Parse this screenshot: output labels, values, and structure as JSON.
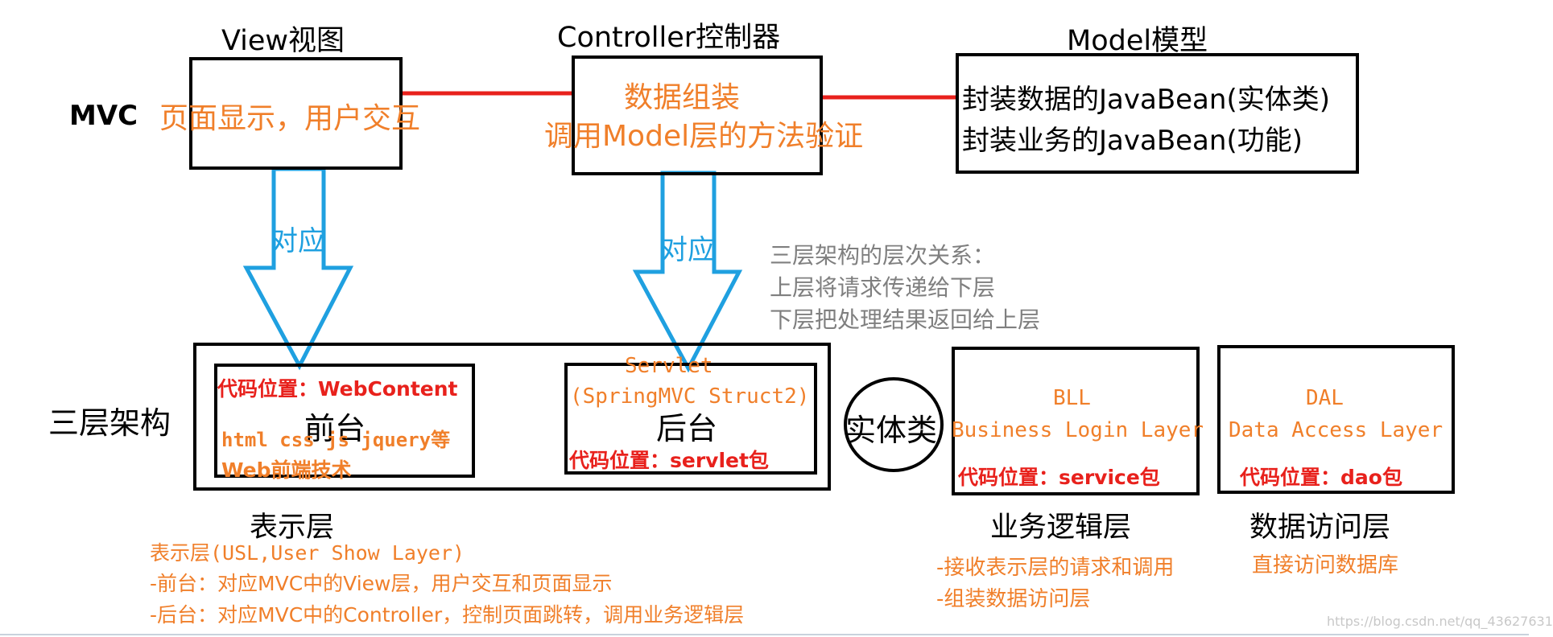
{
  "mvc": {
    "label": "MVC",
    "view": {
      "title": "View视图",
      "desc": "页面显示，用户交互"
    },
    "controller": {
      "title": "Controller控制器",
      "desc1": "数据组装",
      "desc2": "调用Model层的方法验证"
    },
    "model": {
      "title": "Model模型",
      "line1": "封装数据的JavaBean(实体类)",
      "line2": "封装业务的JavaBean(功能)"
    },
    "corresponds_label": "对应"
  },
  "three_tier": {
    "label": "三层架构",
    "hierarchy_note": [
      "三层架构的层次关系：",
      "上层将请求传递给下层",
      "下层把处理结果返回给上层"
    ],
    "presentation": {
      "title": "表示层",
      "frontend": {
        "code_location": "代码位置：WebContent",
        "title": "前台",
        "tech1": "html css js jquery等",
        "tech2": "Web前端技术"
      },
      "backend": {
        "servlet": "Servlet",
        "frameworks": "(SpringMVC Struct2)",
        "title": "后台",
        "code_location": "代码位置：servlet包"
      },
      "notes": [
        "表示层(USL,User Show Layer)",
        "-前台：对应MVC中的View层，用户交互和页面显示",
        "-后台：对应MVC中的Controller，控制页面跳转，调用业务逻辑层"
      ]
    },
    "entity": {
      "label": "实体类"
    },
    "business": {
      "title": "业务逻辑层",
      "abbr": "BLL",
      "name": "Business Login Layer",
      "code_location": "代码位置：service包",
      "notes": [
        "-接收表示层的请求和调用",
        "-组装数据访问层"
      ]
    },
    "data_access": {
      "title": "数据访问层",
      "abbr": "DAL",
      "name": "Data Access Layer",
      "code_location": "代码位置：dao包",
      "note": "直接访问数据库"
    }
  },
  "watermark": "https://blog.csdn.net/qq_43627631",
  "colors": {
    "orange": "#f07f2a",
    "red": "#e8211c",
    "connector": "#e8211c",
    "arrow": "#1fa0e0",
    "gray": "#7f7f7f"
  }
}
